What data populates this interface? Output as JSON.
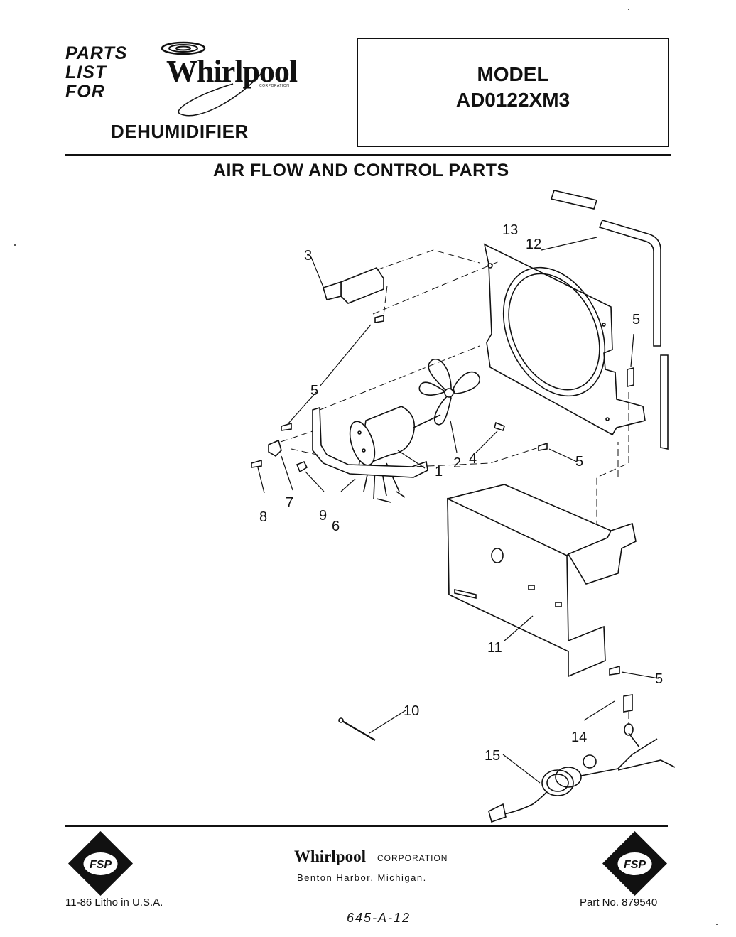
{
  "header": {
    "parts_list_for": [
      "PARTS",
      "LIST",
      "FOR"
    ],
    "brand": "Whirlpool",
    "brand_sub": "CORPORATION",
    "product": "DEHUMIDIFIER"
  },
  "model": {
    "label": "MODEL",
    "number": "AD0122XM3"
  },
  "section": {
    "title": "AIR FLOW AND CONTROL PARTS"
  },
  "diagram": {
    "callouts": [
      "1",
      "2",
      "3",
      "4",
      "5",
      "6",
      "7",
      "8",
      "9",
      "10",
      "11",
      "12",
      "13",
      "14",
      "15"
    ]
  },
  "footer": {
    "badge_text": "FSP",
    "brand": "Whirlpool",
    "brand_corp": "CORPORATION",
    "city": "Benton Harbor, Michigan.",
    "litho": "11-86 Litho in U.S.A.",
    "part_no": "Part No. 879540",
    "handwritten": "645-A-12"
  }
}
